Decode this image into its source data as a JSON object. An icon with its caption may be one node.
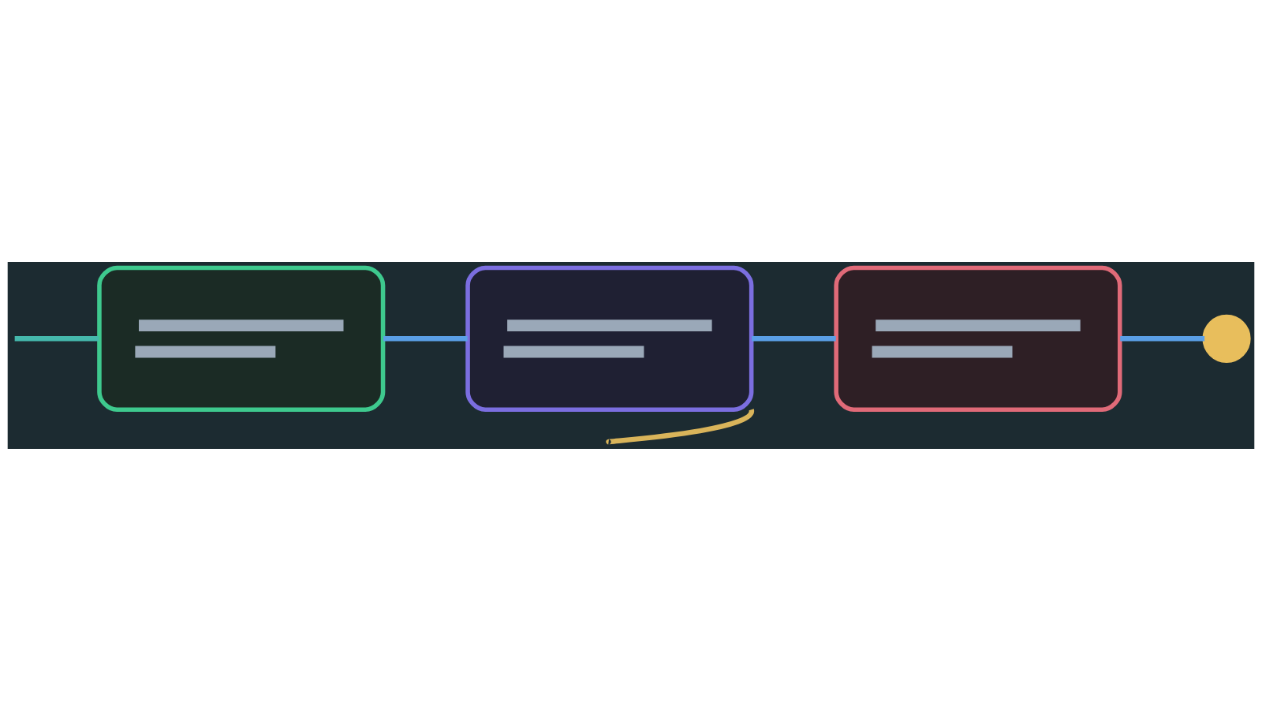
{
  "diagram": {
    "nodes": [
      {
        "text": [],
        "shape": "box"
      },
      {
        "text": [],
        "shape": "box"
      },
      {
        "text": [],
        "shape": "box"
      },
      {
        "text": [],
        "shape": "circle"
      }
    ],
    "edges": [
      {
        "from": null,
        "to": 0,
        "arrow": "none",
        "color": "#45b8ac"
      },
      {
        "from": 0,
        "to": 1,
        "arrow": "none"
      },
      {
        "from": 1,
        "to": 2,
        "arrow": "none"
      },
      {
        "from": 2,
        "to": 3,
        "arrow": "none"
      },
      {
        "from": 1,
        "to": null,
        "arrow": "none",
        "color": "#d9b45a"
      }
    ]
  }
}
